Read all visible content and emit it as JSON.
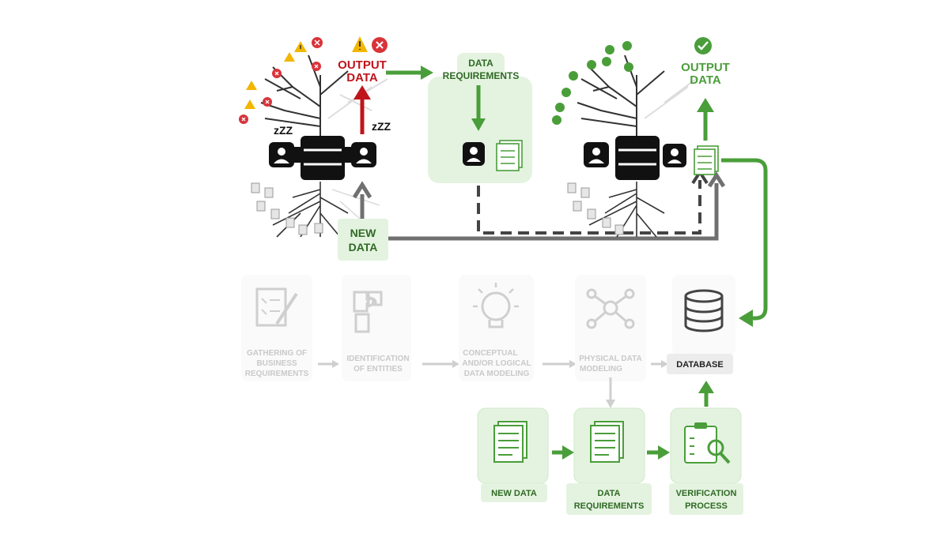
{
  "top_left": {
    "output_label_line1": "OUTPUT",
    "output_label_line2": "DATA",
    "sleep_left": "zZZ",
    "sleep_right": "zZZ",
    "new_data_line1": "NEW",
    "new_data_line2": "DATA"
  },
  "requirements_box": {
    "line1": "DATA",
    "line2": "REQUIREMENTS"
  },
  "top_right": {
    "output_label_line1": "OUTPUT",
    "output_label_line2": "DATA"
  },
  "pipeline": {
    "steps": [
      {
        "line1": "GATHERING OF",
        "line2": "BUSINESS",
        "line3": "REQUIREMENTS"
      },
      {
        "line1": "IDENTIFICATION",
        "line2": "OF ENTITIES"
      },
      {
        "line1": "CONCEPTUAL",
        "line2": "AND/OR LOGICAL",
        "line3": "DATA MODELING"
      },
      {
        "line1": "PHYSICAL DATA",
        "line2": "MODELING"
      }
    ],
    "database_label": "DATABASE"
  },
  "verification": {
    "new_data": "NEW DATA",
    "req_line1": "DATA",
    "req_line2": "REQUIREMENTS",
    "verif_line1": "VERIFICATION",
    "verif_line2": "PROCESS"
  },
  "colors": {
    "green": "#4a9e3a",
    "red": "#c0141b",
    "gray": "#707070",
    "faded": "#c9c9c9",
    "light_green": "#e4f3e0"
  }
}
